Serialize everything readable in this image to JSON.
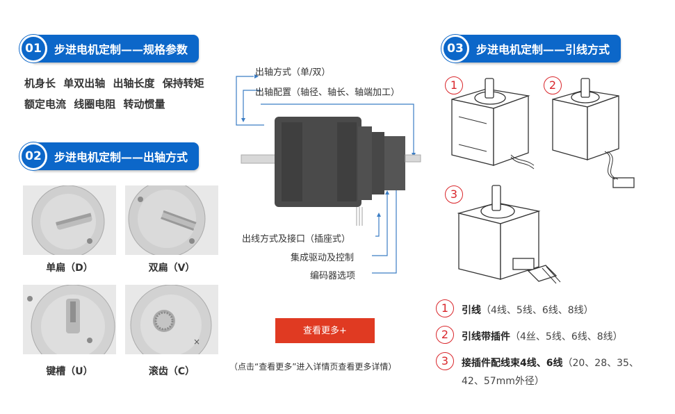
{
  "section1": {
    "num": "01",
    "title": "步进电机定制——规格参数"
  },
  "specs": {
    "line1": [
      "机身长",
      "单双出轴",
      "出轴长度",
      "保持转矩"
    ],
    "line2": [
      "额定电流",
      "线圈电阻",
      "转动惯量"
    ]
  },
  "section2": {
    "num": "02",
    "title": "步进电机定制——出轴方式"
  },
  "shafts": [
    {
      "label": "单扁（D）"
    },
    {
      "label": "双扁（V）"
    },
    {
      "label": "键槽（U）"
    },
    {
      "label": "滚齿（C）"
    }
  ],
  "callouts": {
    "top1": "出轴方式（单/双）",
    "top2": "出轴配置（轴径、轴长、轴端加工）",
    "bottom1": "出线方式及接口（插座式）",
    "bottom2": "集成驱动及控制",
    "bottom3": "编码器选项"
  },
  "more_button": "查看更多+",
  "more_note": "（点击“查看更多”进入详情页查看更多详情）",
  "section3": {
    "num": "03",
    "title": "步进电机定制——引线方式"
  },
  "motor_numbers": [
    "1",
    "2",
    "3"
  ],
  "wiring": [
    {
      "num": "1",
      "name": "引线",
      "desc": "（4线、5线、6线、8线）"
    },
    {
      "num": "2",
      "name": "引线带插件",
      "desc": "（4丝、5线、6线、8线）"
    },
    {
      "num": "3",
      "name": "接插件配线束4线、6线",
      "desc": "（20、28、35、",
      "desc2": "42、57mm外径）"
    }
  ],
  "colors": {
    "accent_blue": "#0c67c9",
    "button_red": "#e03a22",
    "number_red": "#d9262b"
  }
}
